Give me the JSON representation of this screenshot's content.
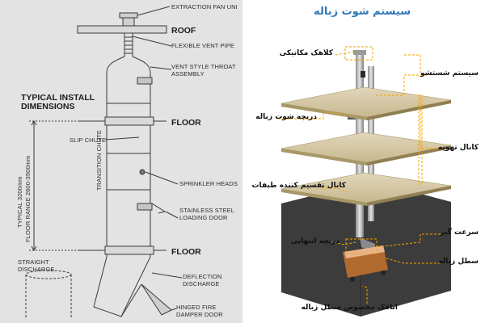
{
  "left": {
    "heading_line1": "TYPICAL INSTALL",
    "heading_line2": "DIMENSIONS",
    "roof": "ROOF",
    "floor_upper": "FLOOR",
    "floor_lower": "FLOOR",
    "extraction_fan": "EXTRACTION FAN UNI",
    "flexible_vent": "FLEXIBLE VENT PIPE",
    "vent_throat_1": "VENT STYLE THROAT",
    "vent_throat_2": "ASSEMBLY",
    "slip_chute": "SLIP CHUTE",
    "transition_chute": "TRANSITION CHUTE",
    "dimension": "TYPICAL 3200mm",
    "floor_range": "FLOOR RANGE 2600-3500mm",
    "sprinkler_heads": "SPRINKLER HEADS",
    "loading_door_1": "STAINLESS STEEL",
    "loading_door_2": "LOADING DOOR",
    "straight_1": "STRAIGHT",
    "straight_2": "DISCHARGE",
    "deflection_1": "DEFLECTION",
    "deflection_2": "DISCHARGE",
    "damper_1": "HINGED FIRE",
    "damper_2": "DAMPER DOOR"
  },
  "right": {
    "title": "سیستم شوت زباله",
    "cap": "کلاهک مکانیکی",
    "washing": "سیستم شستشو",
    "hatch": "دریچه شوت زباله",
    "vent": "کانال تهویه",
    "distribution": "کانال تقسیم کننده طبقات",
    "speed": "سرعت گیر",
    "end_hatch": "دریچه انتهایی",
    "bin": "سطل زباله",
    "room": "اتاقک مخصوص سطل زباله"
  },
  "colors": {
    "blueprint_bg": "#e3e3e3",
    "line": "#3a3a3a",
    "title_blue": "#2e77b8",
    "callout_orange": "#f0a500",
    "slab": "#d6c7a6",
    "room": "#3c3c3c"
  }
}
